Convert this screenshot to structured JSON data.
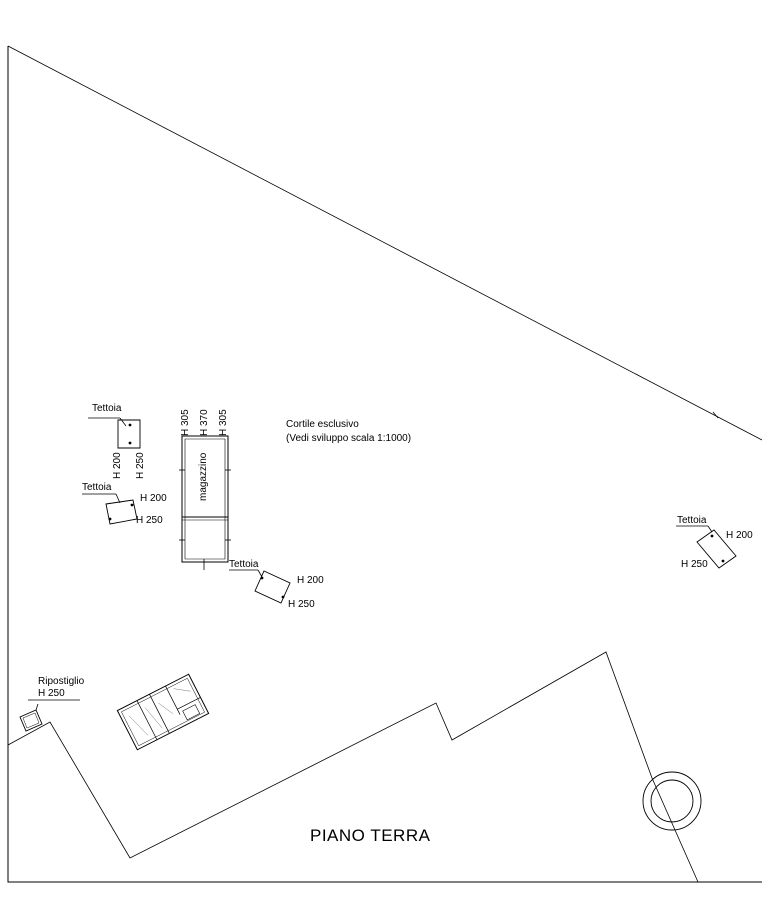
{
  "title": "PIANO TERRA",
  "courtyard": {
    "line1": "Cortile esclusivo",
    "line2": "(Vedi sviluppo scala 1:1000)"
  },
  "storage": {
    "label": "magazzino",
    "heights": [
      "H 305",
      "H 370",
      "H 305"
    ]
  },
  "canopies": [
    {
      "label": "Tettoia",
      "h_low": "H 200",
      "h_high": "H 250"
    },
    {
      "label": "Tettoia",
      "h_low": "H 200",
      "h_high": "H 250"
    },
    {
      "label": "Tettoia",
      "h_low": "H 200",
      "h_high": "H 250"
    },
    {
      "label": "Tettoia",
      "h_low": "H 200",
      "h_high": "H 250"
    }
  ],
  "closet": {
    "label": "Ripostiglio",
    "height": "H 250"
  }
}
